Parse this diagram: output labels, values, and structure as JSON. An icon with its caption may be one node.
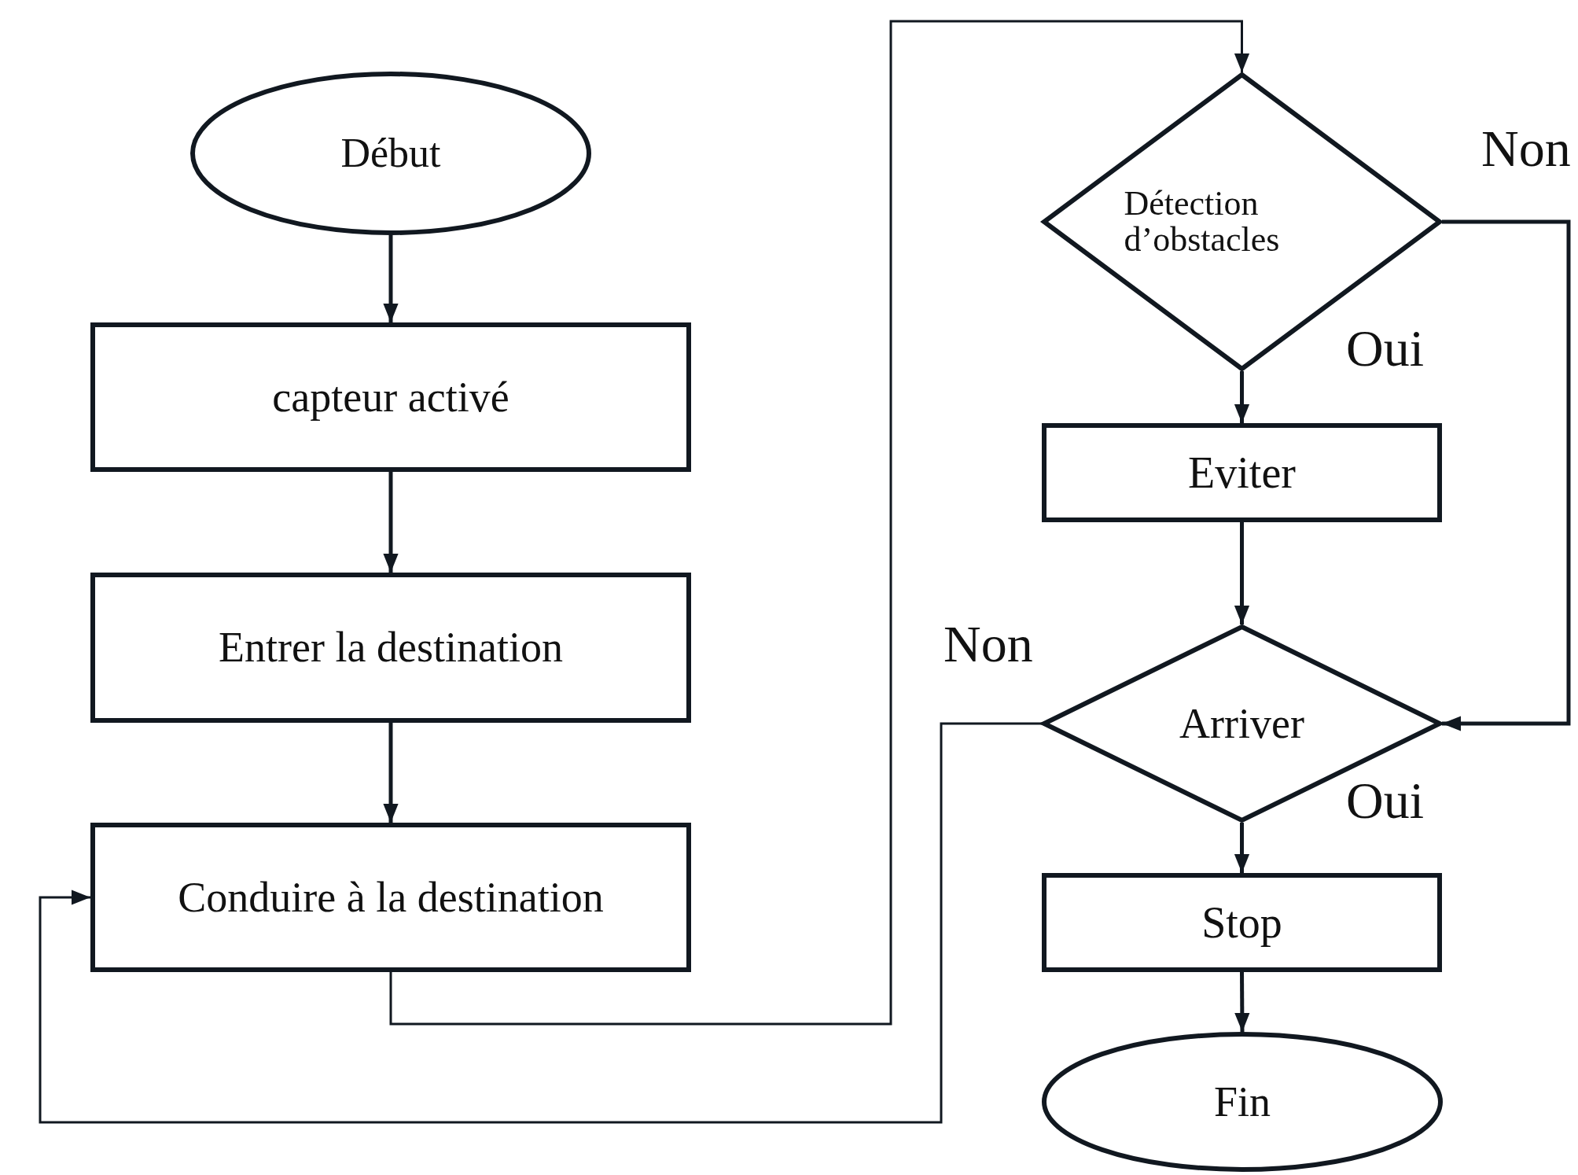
{
  "diagram": {
    "nodes": [
      {
        "text": [
          "Début"
        ]
      },
      {
        "text": [
          "capteur activé"
        ]
      },
      {
        "text": [
          "Entrer la destination"
        ]
      },
      {
        "text": [
          "Conduire à la destination"
        ]
      },
      {
        "text": [
          "Détection d’obstacles"
        ]
      },
      {
        "text": [
          "Eviter"
        ]
      },
      {
        "text": [
          "Arriver"
        ]
      },
      {
        "text": [
          "Stop"
        ]
      },
      {
        "text": [
          "Fin"
        ]
      }
    ],
    "edges": [
      {
        "from": 0,
        "to": 1,
        "arrow": "to"
      },
      {
        "from": 1,
        "to": 2,
        "arrow": "to"
      },
      {
        "from": 2,
        "to": 3,
        "arrow": "to"
      },
      {
        "from": 3,
        "to": 4,
        "arrow": "to"
      },
      {
        "from": 4,
        "to": 5,
        "arrow": "to",
        "label": "Oui"
      },
      {
        "from": 4,
        "to": 6,
        "arrow": "to",
        "label": "Non"
      },
      {
        "from": 5,
        "to": 6,
        "arrow": "to"
      },
      {
        "from": 6,
        "to": 3,
        "arrow": "to",
        "label": "Non"
      },
      {
        "from": 6,
        "to": 7,
        "arrow": "to",
        "label": "Oui"
      },
      {
        "from": 7,
        "to": 8,
        "arrow": "to"
      }
    ]
  }
}
